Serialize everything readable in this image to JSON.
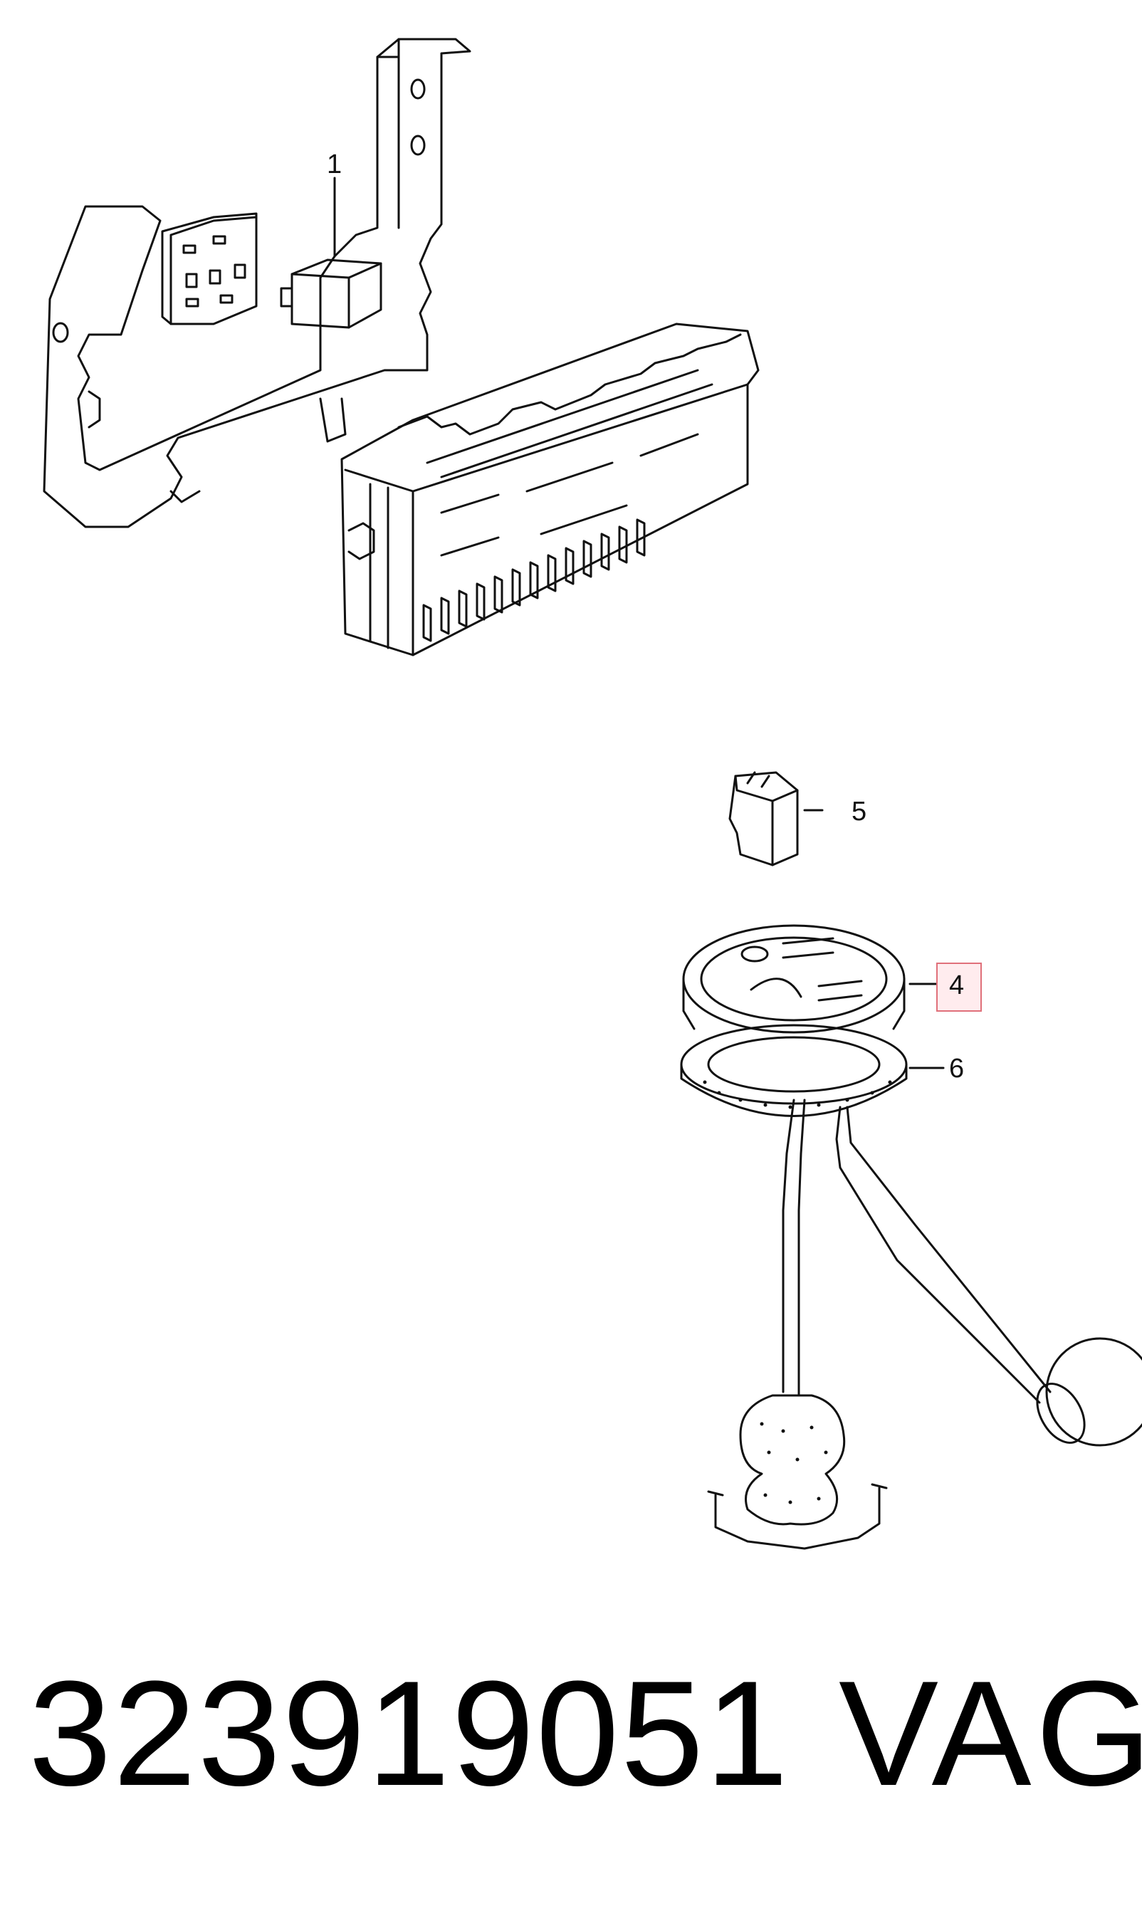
{
  "callouts": {
    "c1": "1",
    "c4": "4",
    "c5": "5",
    "c6": "6"
  },
  "footer": {
    "part_number": "323919051",
    "brand": "VAG"
  },
  "colors": {
    "line": "#111111",
    "highlight_border": "#e0707a",
    "highlight_fill": "#ffd0d4"
  }
}
